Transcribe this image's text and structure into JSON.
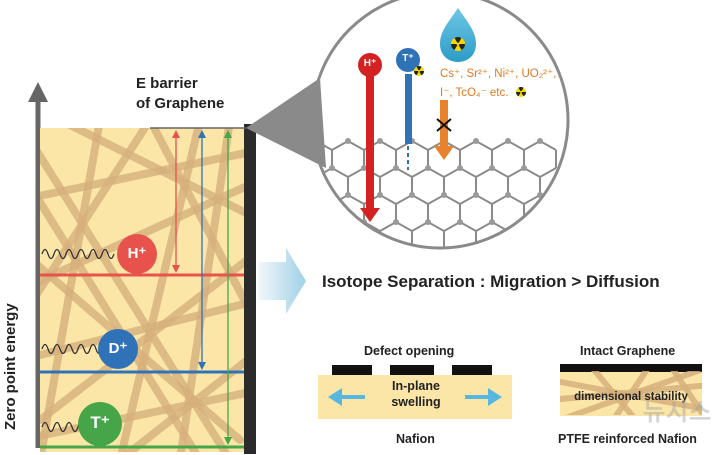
{
  "axis": {
    "y_label": "Zero point energy"
  },
  "barrier_label": "E barrier\nof Graphene",
  "ions": {
    "h": "H⁺",
    "d": "D⁺",
    "t": "T⁺"
  },
  "inset": {
    "ion_h": "H⁺",
    "ion_t": "T⁺",
    "blocked_ions_line1": "Cs⁺, Sr²⁺, Ni²⁺, UO₂²⁺,",
    "blocked_ions_line2": "I⁻, TcO₄⁻ etc."
  },
  "headline": "Isotope Separation : Migration > Diffusion",
  "left_panel": {
    "title": "Defect opening",
    "inner_label": "In-plane\nswelling",
    "caption": "Nafion"
  },
  "right_panel": {
    "title": "Intact Graphene",
    "inner_label": "dimensional stability",
    "caption": "PTFE reinforced Nafion"
  },
  "watermark": "뉴시스",
  "colors": {
    "h": "#e8524c",
    "d": "#2f72b8",
    "t": "#45a548",
    "blocked": "#e8822e",
    "membrane": "#fbe6a8",
    "fiber": "#d6b07c",
    "gray": "#888888"
  }
}
